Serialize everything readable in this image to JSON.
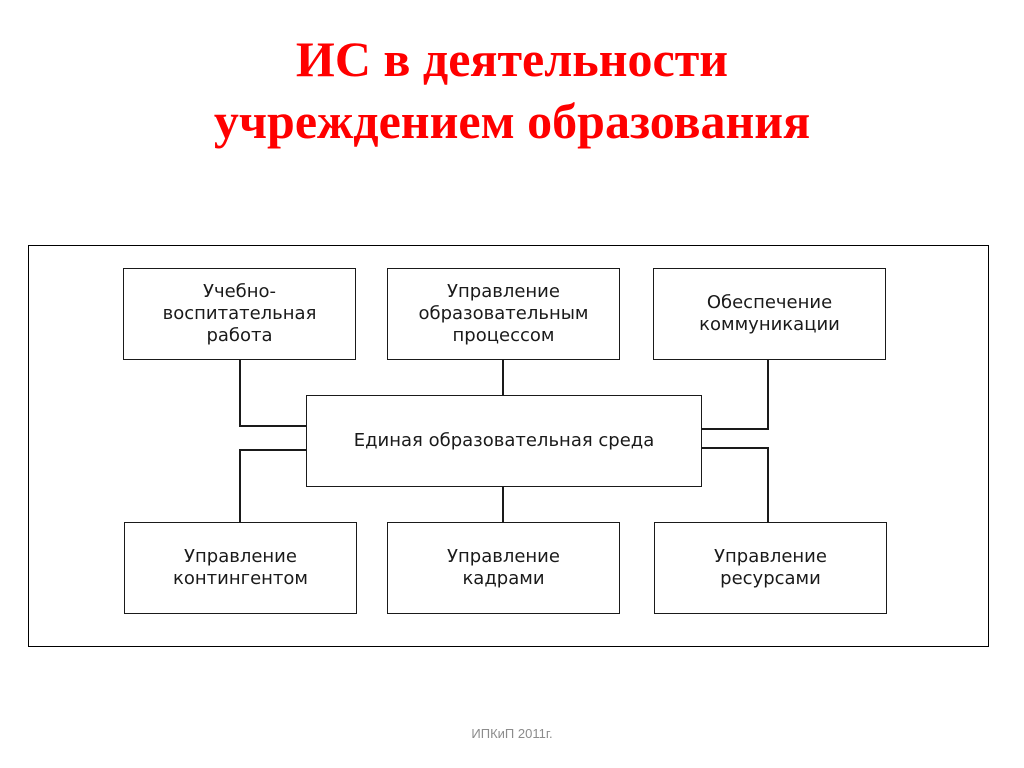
{
  "title": {
    "line1": "ИС в деятельности",
    "line2": "учреждением образования"
  },
  "diagram": {
    "center": "Единая образовательная среда",
    "top": [
      "Учебно-\nвоспитательная\nработа",
      "Управление\nобразовательным\nпроцессом",
      "Обеспечение\nкоммуникации"
    ],
    "bottom": [
      "Управление\nконтингентом",
      "Управление\nкадрами",
      "Управление\nресурсами"
    ]
  },
  "footer": "ИПКиП 2011г."
}
